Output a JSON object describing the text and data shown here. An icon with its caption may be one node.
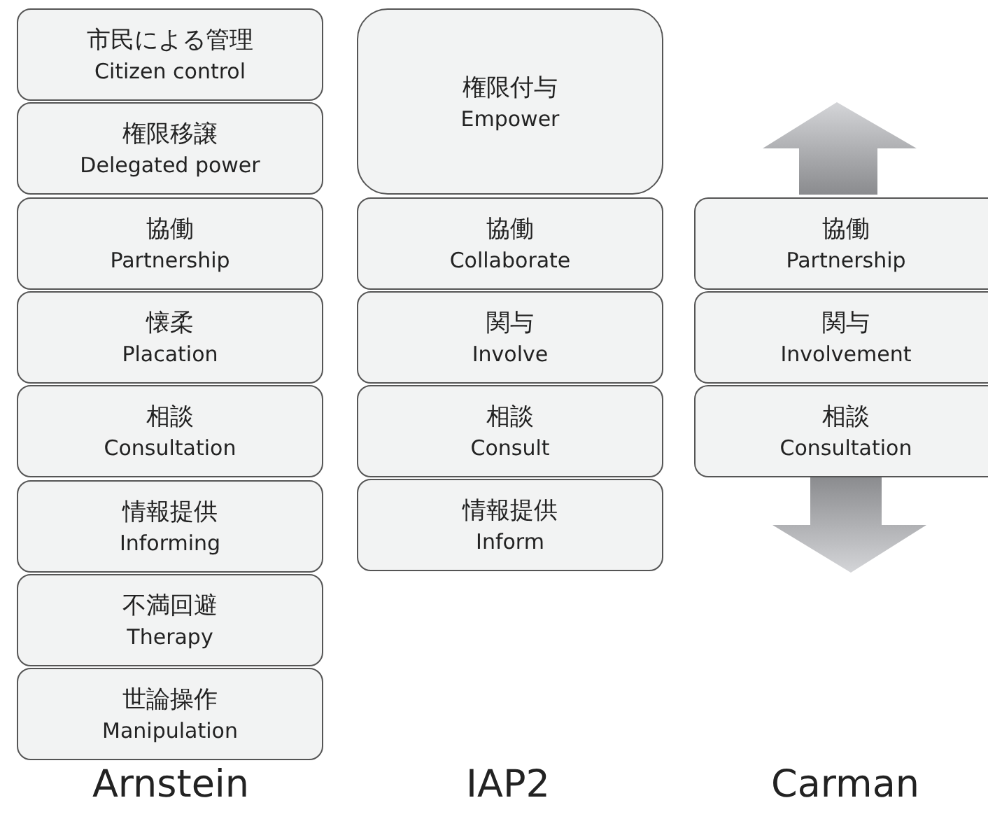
{
  "diagram": {
    "nodes": [
      {
        "text": [
          "市民による管理",
          "Citizen control"
        ]
      },
      {
        "text": [
          "権限移譲",
          "Delegated power"
        ]
      },
      {
        "text": [
          "協働",
          "Partnership"
        ]
      },
      {
        "text": [
          "懐柔",
          "Placation"
        ]
      },
      {
        "text": [
          "相談",
          "Consultation"
        ]
      },
      {
        "text": [
          "情報提供",
          "Informing"
        ]
      },
      {
        "text": [
          "不満回避",
          "Therapy"
        ]
      },
      {
        "text": [
          "世論操作",
          "Manipulation"
        ]
      },
      {
        "text": [
          "権限付与",
          "Empower"
        ]
      },
      {
        "text": [
          "協働",
          "Collaborate"
        ]
      },
      {
        "text": [
          "関与",
          "Involve"
        ]
      },
      {
        "text": [
          "相談",
          "Consult"
        ]
      },
      {
        "text": [
          "情報提供",
          "Inform"
        ]
      },
      {
        "text": [
          "協働",
          "Partnership"
        ]
      },
      {
        "text": [
          "関与",
          "Involvement"
        ]
      },
      {
        "text": [
          "相談",
          "Consultation"
        ]
      }
    ],
    "labels": [
      "Arnstein",
      "IAP2",
      "Carman"
    ]
  }
}
